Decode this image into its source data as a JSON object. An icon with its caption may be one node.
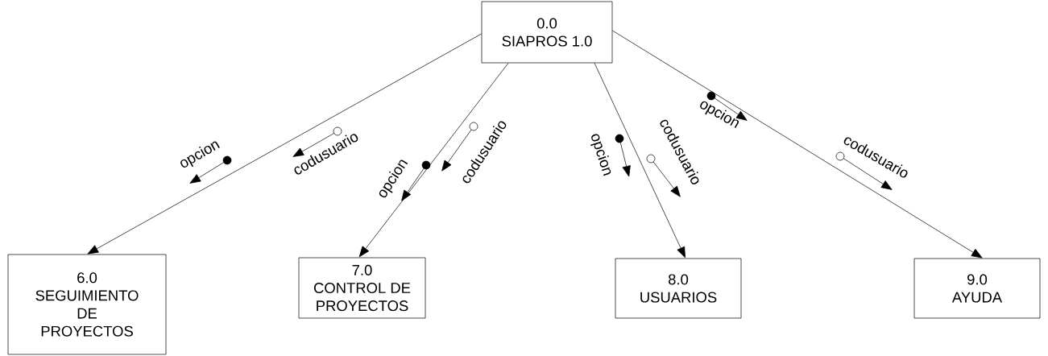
{
  "diagram": {
    "nodes": [
      {
        "text": [
          "0.0",
          "SIAPROS 1.0"
        ]
      },
      {
        "text": [
          "6.0",
          "SEGUIMIENTO DE PROYECTOS"
        ]
      },
      {
        "text": [
          "7.0",
          "CONTROL DE PROYECTOS"
        ]
      },
      {
        "text": [
          "8.0",
          "USUARIOS"
        ]
      },
      {
        "text": [
          "9.0",
          "AYUDA"
        ]
      }
    ],
    "edges": [
      {
        "from": 0,
        "to": 1,
        "arrow": "to"
      },
      {
        "from": 0,
        "to": 2,
        "arrow": "to"
      },
      {
        "from": 0,
        "to": 3,
        "arrow": "to"
      },
      {
        "from": 0,
        "to": 4,
        "arrow": "to"
      }
    ],
    "labels": [
      "opcion",
      "codusuario",
      "opcion",
      "codusuario",
      "opcion",
      "codusuario",
      "opcion",
      "codusuario"
    ]
  }
}
